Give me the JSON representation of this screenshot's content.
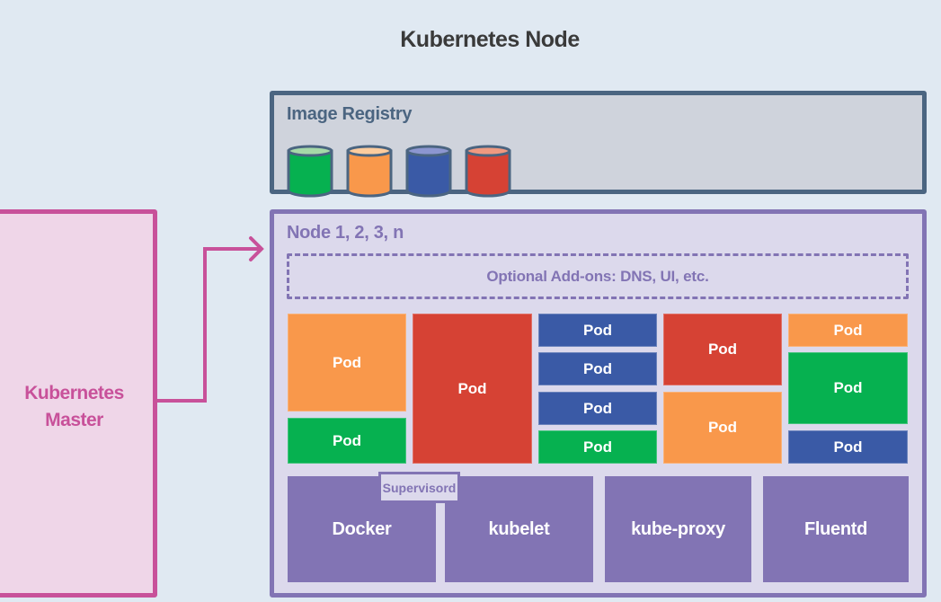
{
  "title": "Kubernetes Node",
  "master": {
    "label_line1": "Kubernetes",
    "label_line2": "Master",
    "color": "#c8519a",
    "fill": "#efd6e8"
  },
  "registry": {
    "label": "Image Registry",
    "border_color": "#4b6581",
    "images": [
      {
        "color": "#06b150",
        "top": "#a6d9a8"
      },
      {
        "color": "#f9984b",
        "top": "#fccc9e"
      },
      {
        "color": "#3a5aa6",
        "top": "#8c96d0"
      },
      {
        "color": "#d64234",
        "top": "#ef9980"
      }
    ]
  },
  "node": {
    "label": "Node 1, 2, 3, n",
    "addons_label": "Optional Add-ons: DNS, UI, etc.",
    "pod_label": "Pod",
    "pods": [
      {
        "color": "orange"
      },
      {
        "color": "green"
      },
      {
        "color": "red"
      },
      {
        "color": "blue"
      },
      {
        "color": "blue"
      },
      {
        "color": "blue"
      },
      {
        "color": "green"
      },
      {
        "color": "red"
      },
      {
        "color": "orange"
      },
      {
        "color": "orange"
      },
      {
        "color": "green"
      },
      {
        "color": "blue"
      }
    ],
    "services": {
      "supervisord": "Supervisord",
      "docker": "Docker",
      "kubelet": "kubelet",
      "kube_proxy": "kube-proxy",
      "fluentd": "Fluentd"
    }
  }
}
